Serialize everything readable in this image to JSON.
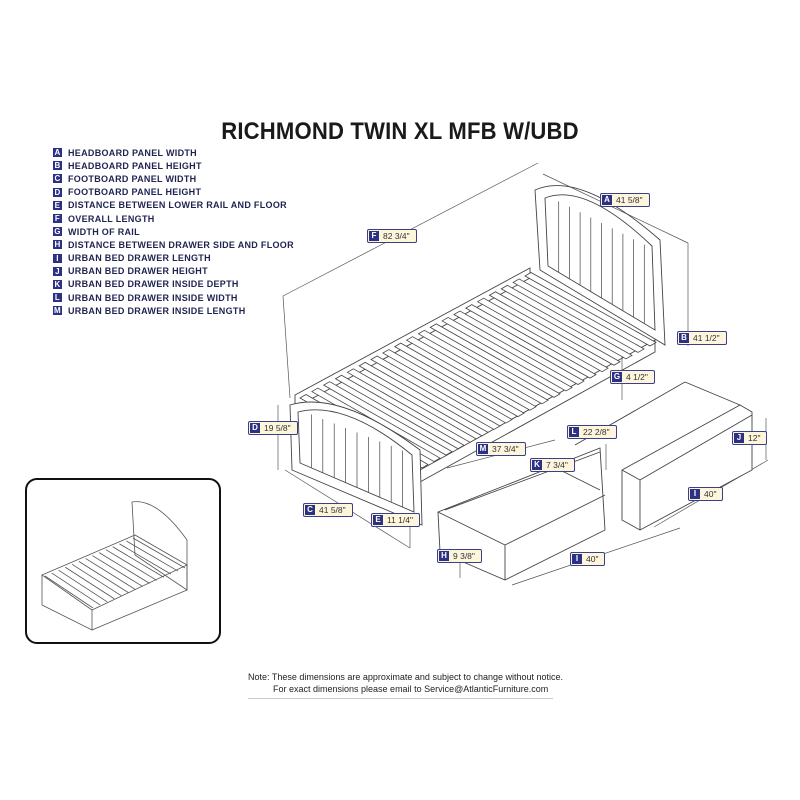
{
  "title": "RICHMOND TWIN XL MFB W/UBD",
  "legend": [
    {
      "key": "A",
      "label": "HEADBOARD PANEL WIDTH"
    },
    {
      "key": "B",
      "label": "HEADBOARD PANEL HEIGHT"
    },
    {
      "key": "C",
      "label": "FOOTBOARD PANEL WIDTH"
    },
    {
      "key": "D",
      "label": "FOOTBOARD PANEL HEIGHT"
    },
    {
      "key": "E",
      "label": "DISTANCE BETWEEN LOWER RAIL AND FLOOR"
    },
    {
      "key": "F",
      "label": "OVERALL LENGTH"
    },
    {
      "key": "G",
      "label": "WIDTH OF RAIL"
    },
    {
      "key": "H",
      "label": "DISTANCE BETWEEN DRAWER SIDE AND FLOOR"
    },
    {
      "key": "I",
      "label": "URBAN BED DRAWER LENGTH"
    },
    {
      "key": "J",
      "label": "URBAN BED DRAWER HEIGHT"
    },
    {
      "key": "K",
      "label": "URBAN BED DRAWER INSIDE DEPTH"
    },
    {
      "key": "L",
      "label": "URBAN BED DRAWER INSIDE WIDTH"
    },
    {
      "key": "M",
      "label": "URBAN BED DRAWER INSIDE LENGTH"
    }
  ],
  "dimensions": {
    "A": {
      "key": "A",
      "value": "41 5/8\""
    },
    "B": {
      "key": "B",
      "value": "41 1/2\""
    },
    "C": {
      "key": "C",
      "value": "41 5/8\""
    },
    "D": {
      "key": "D",
      "value": "19 5/8\""
    },
    "E": {
      "key": "E",
      "value": "11 1/4\""
    },
    "F": {
      "key": "F",
      "value": "82 3/4\""
    },
    "G": {
      "key": "G",
      "value": "4 1/2\""
    },
    "H": {
      "key": "H",
      "value": "9 3/8\""
    },
    "I": {
      "key": "I",
      "value": "40\""
    },
    "I2": {
      "key": "I",
      "value": "40\""
    },
    "J": {
      "key": "J",
      "value": "12\""
    },
    "K": {
      "key": "K",
      "value": "7 3/4\""
    },
    "L": {
      "key": "L",
      "value": "22 2/8\""
    },
    "M": {
      "key": "M",
      "value": "37 3/4\""
    }
  },
  "note": {
    "line1": "Note:  These dimensions are approximate and subject to change without notice.",
    "line2": "For exact dimensions please email to Service@AtlanticFurniture.com"
  },
  "colors": {
    "key_fill": "#2d3183",
    "tag_fill": "#fdf6dc",
    "line": "#444444"
  }
}
